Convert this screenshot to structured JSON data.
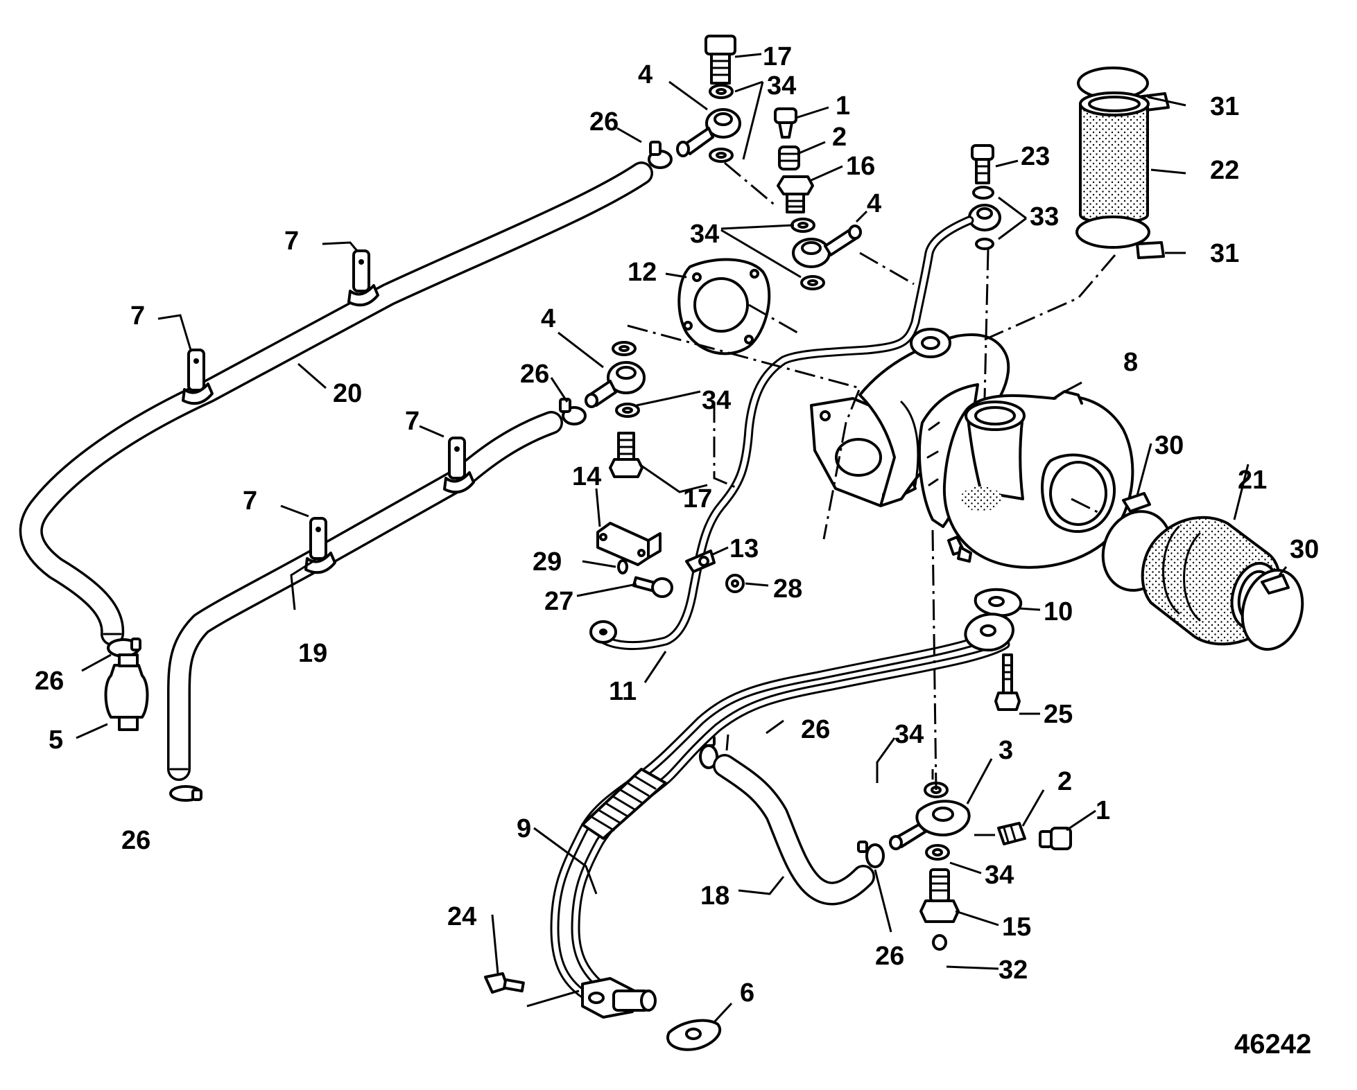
{
  "diagram": {
    "figure_number": "46242",
    "callouts": [
      {
        "id": "c1a",
        "label": "1"
      },
      {
        "id": "c2a",
        "label": "2"
      },
      {
        "id": "c16",
        "label": "16"
      },
      {
        "id": "c17a",
        "label": "17"
      },
      {
        "id": "c4a",
        "label": "4"
      },
      {
        "id": "c34a",
        "label": "34"
      },
      {
        "id": "c26a",
        "label": "26"
      },
      {
        "id": "c4b",
        "label": "4"
      },
      {
        "id": "c34b",
        "label": "34"
      },
      {
        "id": "c23",
        "label": "23"
      },
      {
        "id": "c33",
        "label": "33"
      },
      {
        "id": "c31a",
        "label": "31"
      },
      {
        "id": "c22",
        "label": "22"
      },
      {
        "id": "c31b",
        "label": "31"
      },
      {
        "id": "c7a",
        "label": "7"
      },
      {
        "id": "c7b",
        "label": "7"
      },
      {
        "id": "c20",
        "label": "20"
      },
      {
        "id": "c12",
        "label": "12"
      },
      {
        "id": "c4c",
        "label": "4"
      },
      {
        "id": "c26b",
        "label": "26"
      },
      {
        "id": "c34c",
        "label": "34"
      },
      {
        "id": "c8",
        "label": "8"
      },
      {
        "id": "c7c",
        "label": "7"
      },
      {
        "id": "c7d",
        "label": "7"
      },
      {
        "id": "c17b",
        "label": "17"
      },
      {
        "id": "c14",
        "label": "14"
      },
      {
        "id": "c30a",
        "label": "30"
      },
      {
        "id": "c21",
        "label": "21"
      },
      {
        "id": "c30b",
        "label": "30"
      },
      {
        "id": "c29",
        "label": "29"
      },
      {
        "id": "c13",
        "label": "13"
      },
      {
        "id": "c27",
        "label": "27"
      },
      {
        "id": "c28",
        "label": "28"
      },
      {
        "id": "c10",
        "label": "10"
      },
      {
        "id": "c19",
        "label": "19"
      },
      {
        "id": "c26c",
        "label": "26"
      },
      {
        "id": "c11",
        "label": "11"
      },
      {
        "id": "c5",
        "label": "5"
      },
      {
        "id": "c25",
        "label": "25"
      },
      {
        "id": "c26d",
        "label": "26"
      },
      {
        "id": "c34d",
        "label": "34"
      },
      {
        "id": "c3",
        "label": "3"
      },
      {
        "id": "c26e",
        "label": "26"
      },
      {
        "id": "c2b",
        "label": "2"
      },
      {
        "id": "c1b",
        "label": "1"
      },
      {
        "id": "c9",
        "label": "9"
      },
      {
        "id": "c34e",
        "label": "34"
      },
      {
        "id": "c18",
        "label": "18"
      },
      {
        "id": "c15",
        "label": "15"
      },
      {
        "id": "c24",
        "label": "24"
      },
      {
        "id": "c26f",
        "label": "26"
      },
      {
        "id": "c32",
        "label": "32"
      },
      {
        "id": "c6",
        "label": "6"
      }
    ]
  }
}
